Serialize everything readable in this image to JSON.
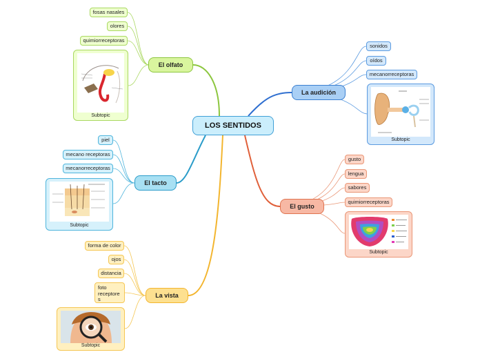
{
  "center": {
    "label": "LOS SENTIDOS"
  },
  "colors": {
    "olfato": "#8cc63e",
    "audicion": "#2f6fd0",
    "tacto": "#2a9cc9",
    "gusto": "#e0603a",
    "vista": "#f3b52e"
  },
  "branches": {
    "olfato": {
      "label": "El olfato",
      "items": [
        "fosas nasales",
        "olores",
        "quimiorreceptoras"
      ],
      "image": {
        "caption": "Subtopic",
        "icon": "nose-anatomy-image"
      }
    },
    "audicion": {
      "label": "La audición",
      "items": [
        "sonidos",
        "oídos",
        "mecanorreceptoras"
      ],
      "image": {
        "caption": "Subtopic",
        "icon": "ear-anatomy-image"
      }
    },
    "tacto": {
      "label": "El tacto",
      "items": [
        "piel",
        "mecano receptoras",
        "mecanorreceptoras"
      ],
      "image": {
        "caption": "Subtopic",
        "icon": "skin-anatomy-image"
      }
    },
    "gusto": {
      "label": "El gusto",
      "items": [
        "gusto",
        "lengua",
        "sabores",
        "quimiorreceptoras"
      ],
      "image": {
        "caption": "Subtopic",
        "icon": "tongue-taste-map-image"
      }
    },
    "vista": {
      "label": "La vista",
      "items": [
        "forma de color",
        "ojos",
        "distancia",
        "foto receptore s"
      ],
      "image": {
        "caption": "Subtopic",
        "icon": "child-magnifying-glass-image"
      }
    }
  }
}
